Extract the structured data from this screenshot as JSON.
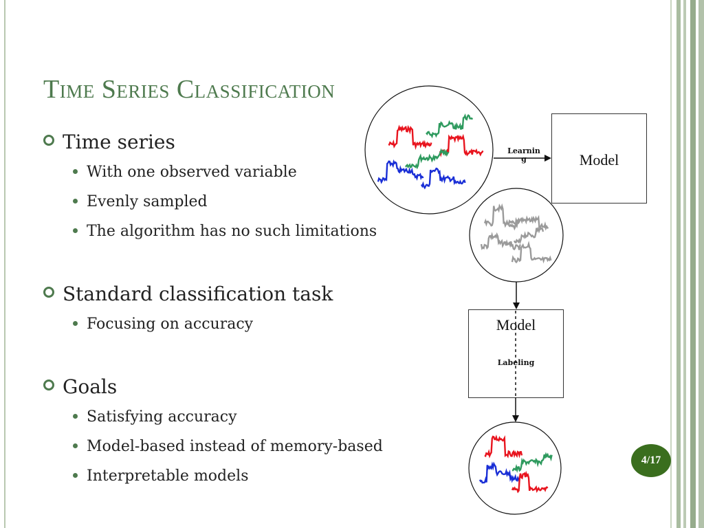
{
  "slide": {
    "title": "Time Series Classification",
    "page_number": "4/17",
    "sections": [
      {
        "heading": "Time series",
        "items": [
          "With one observed variable",
          "Evenly sampled",
          "The algorithm has no such limitations"
        ]
      },
      {
        "heading": "Standard classification task",
        "items": [
          "Focusing on accuracy"
        ]
      },
      {
        "heading": "Goals",
        "items": [
          "Satisfying accuracy",
          "Model-based instead of memory-based",
          "Interpretable models"
        ]
      }
    ]
  },
  "diagram": {
    "learning_label_line1": "Learnin",
    "learning_label_line2": "g",
    "model_box_top": "Model",
    "model_box_bottom": "Model",
    "labeling_label": "Labeling",
    "colors": {
      "red": "#e8141e",
      "green": "#2e9a5e",
      "blue": "#1a2fd6",
      "gray": "#9a9a9a",
      "accent": "#4e7a4e"
    }
  }
}
